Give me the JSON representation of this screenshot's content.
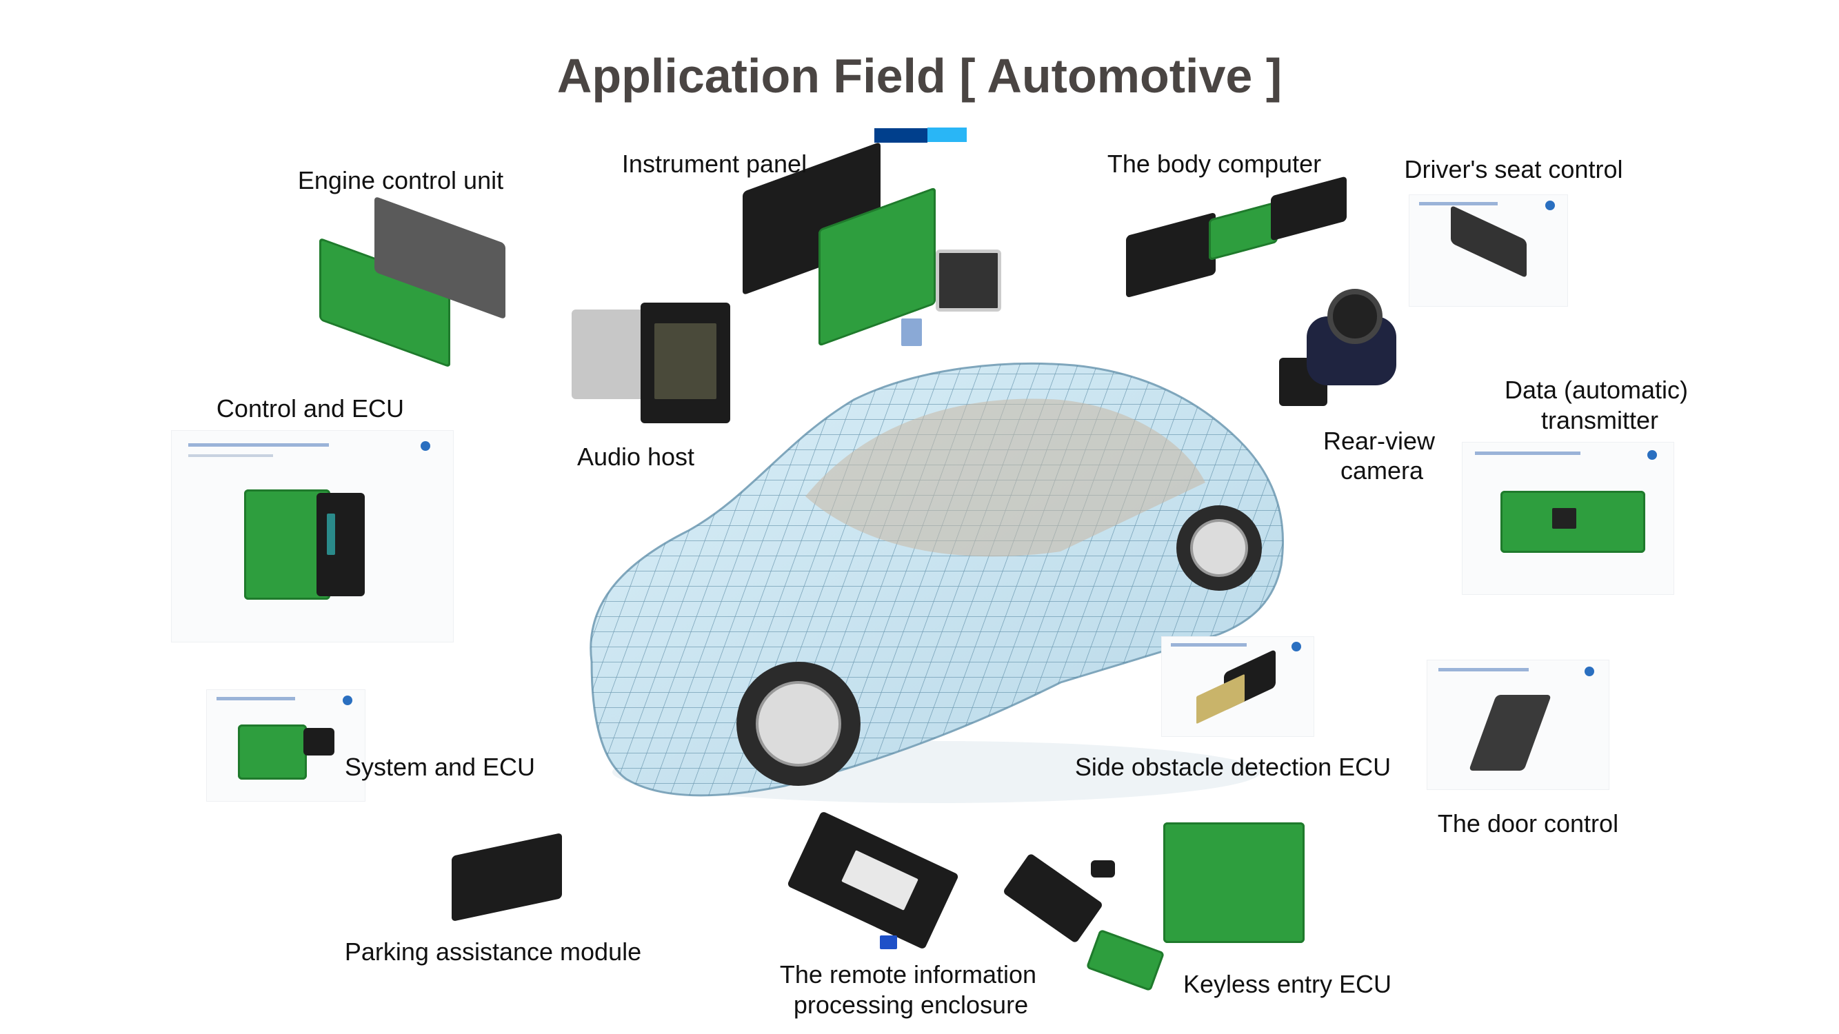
{
  "title": "Application Field [ Automotive ]",
  "accent_colors": [
    "#003f8c",
    "#29b6f6"
  ],
  "labels": {
    "engine_control_unit": "Engine control unit",
    "instrument_panel": "Instrument panel",
    "body_computer": "The body computer",
    "drivers_seat_control": "Driver's seat control",
    "control_and_ecu": "Control and ECU",
    "audio_host": "Audio host",
    "rear_view_camera_1": "Rear-view",
    "rear_view_camera_2": "camera",
    "data_transmitter_1": "Data (automatic)",
    "data_transmitter_2": "transmitter",
    "system_and_ecu": "System and ECU",
    "side_obstacle_ecu": "Side obstacle detection ECU",
    "door_control": "The door control",
    "parking_assistance": "Parking assistance module",
    "remote_enclosure_1": "The remote information",
    "remote_enclosure_2": "processing enclosure",
    "keyless_entry_ecu": "Keyless entry ECU"
  }
}
